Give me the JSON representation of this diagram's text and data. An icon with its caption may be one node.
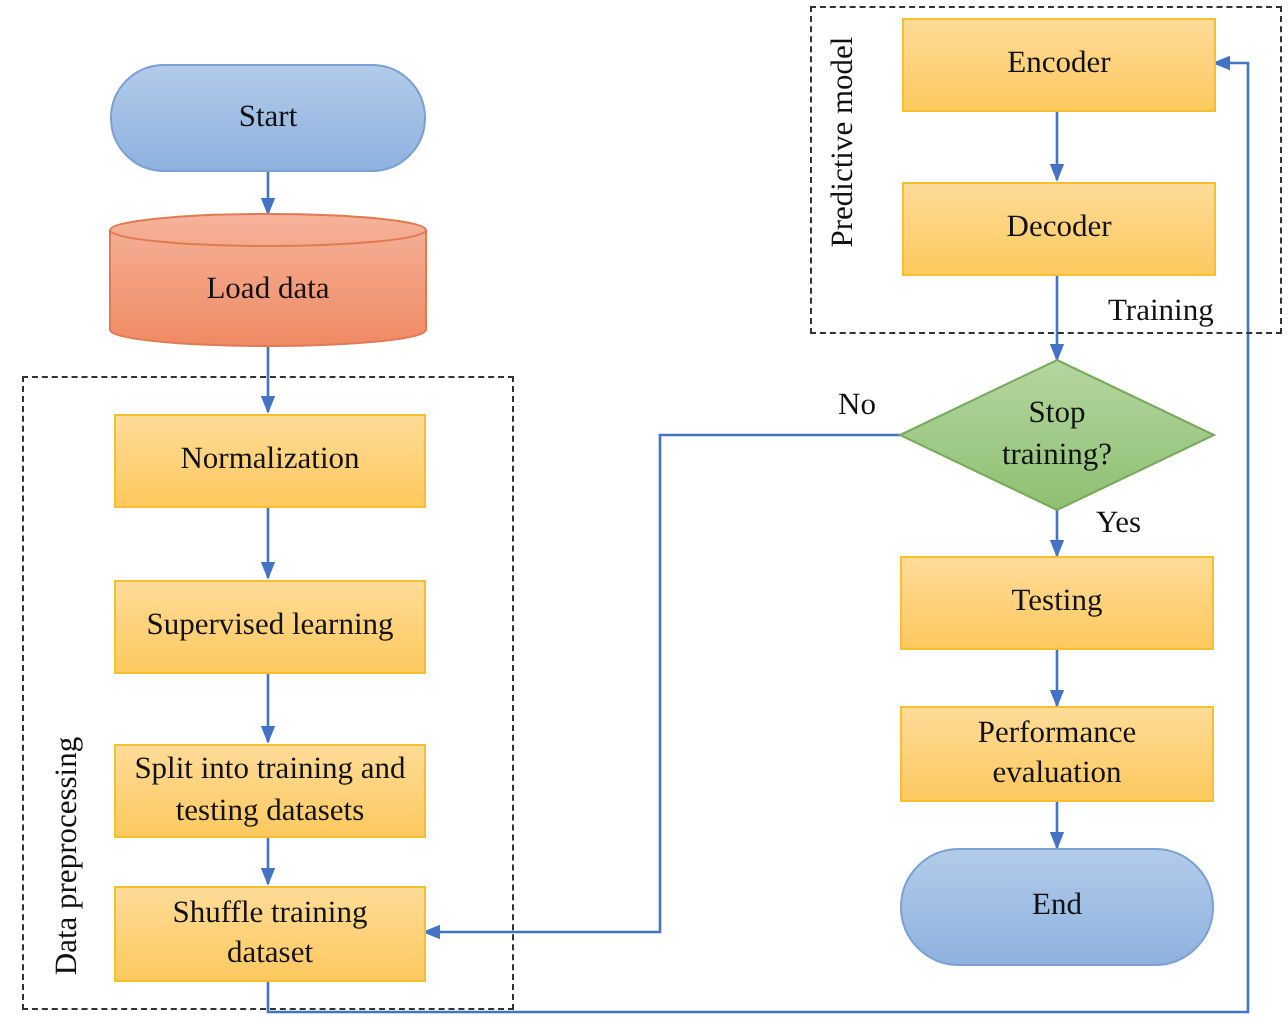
{
  "diagram": {
    "nodes": [
      {
        "text": [
          "Start"
        ]
      },
      {
        "text": [
          "Load data"
        ]
      },
      {
        "text": [
          "Data preprocessing"
        ]
      },
      {
        "text": [
          "Normalization"
        ],
        "in": 2
      },
      {
        "text": [
          "Supervised learning"
        ],
        "in": 2
      },
      {
        "text": [
          "Split into training and testing datasets"
        ],
        "in": 2
      },
      {
        "text": [
          "Shuffle training dataset"
        ],
        "in": 2
      },
      {
        "text": [
          "Predictive model",
          "Training"
        ]
      },
      {
        "text": [
          "Encoder"
        ],
        "in": 7
      },
      {
        "text": [
          "Decoder"
        ],
        "in": 7
      },
      {
        "text": [
          "Stop training?"
        ]
      },
      {
        "text": [
          "Testing"
        ]
      },
      {
        "text": [
          "Performance evaluation"
        ]
      },
      {
        "text": [
          "End"
        ]
      }
    ],
    "edges": [
      {
        "from": 0,
        "to": 1,
        "arrow": "to"
      },
      {
        "from": 1,
        "to": 3,
        "arrow": "to"
      },
      {
        "from": 3,
        "to": 4,
        "arrow": "to"
      },
      {
        "from": 4,
        "to": 5,
        "arrow": "to"
      },
      {
        "from": 5,
        "to": 6,
        "arrow": "to"
      },
      {
        "from": 6,
        "to": 8,
        "arrow": "to"
      },
      {
        "from": 8,
        "to": 9,
        "arrow": "to"
      },
      {
        "from": 9,
        "to": 10,
        "arrow": "to"
      },
      {
        "from": 10,
        "to": 6,
        "arrow": "to",
        "label": "No"
      },
      {
        "from": 10,
        "to": 11,
        "arrow": "to",
        "label": "Yes"
      },
      {
        "from": 11,
        "to": 12,
        "arrow": "to"
      },
      {
        "from": 12,
        "to": 13,
        "arrow": "to"
      }
    ]
  }
}
